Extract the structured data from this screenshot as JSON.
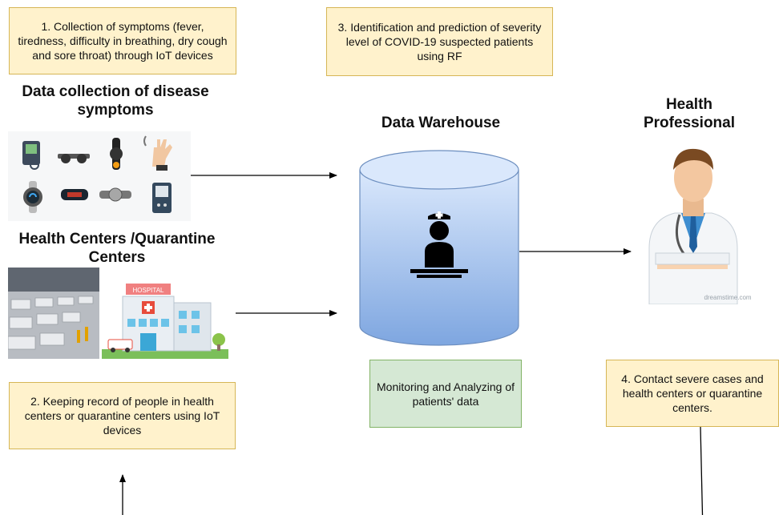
{
  "notes": {
    "step1": "1. Collection of symptoms (fever, tiredness, difficulty in breathing, dry cough and sore throat) through IoT devices",
    "step2": "2. Keeping record of people in health centers or quarantine centers using IoT devices",
    "step3": "3. Identification and prediction of severity level of COVID-19 suspected patients using RF",
    "step4": "4. Contact severe cases and health centers or quarantine centers.",
    "monitoring": "Monitoring and Analyzing of patients' data"
  },
  "titles": {
    "data_collection": "Data collection of disease symptoms",
    "health_centers": "Health Centers /Quarantine Centers",
    "data_warehouse": "Data Warehouse",
    "health_professional": "Health Professional"
  },
  "images": {
    "hospital_sign": "HOSPITAL",
    "watermark": "dreamstime.com"
  },
  "colors": {
    "note_fill": "#fff2cc",
    "note_border": "#d6b656",
    "green_fill": "#d5e8d4",
    "green_border": "#82b366",
    "cylinder_blue": "#7ea6e0"
  }
}
